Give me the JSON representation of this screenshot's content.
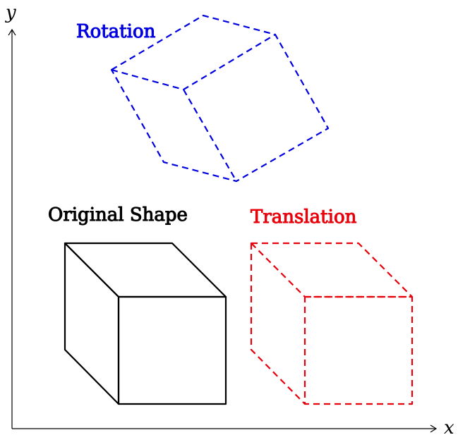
{
  "axes": {
    "x_label": "x",
    "y_label": "y"
  },
  "shapes": {
    "original": {
      "label": "Original Shape",
      "color": "#000000",
      "style": "solid"
    },
    "translation": {
      "label": "Translation",
      "color": "#e8000b",
      "style": "dashed"
    },
    "rotation": {
      "label": "Rotation",
      "color": "#0000e0",
      "style": "dashed"
    }
  }
}
